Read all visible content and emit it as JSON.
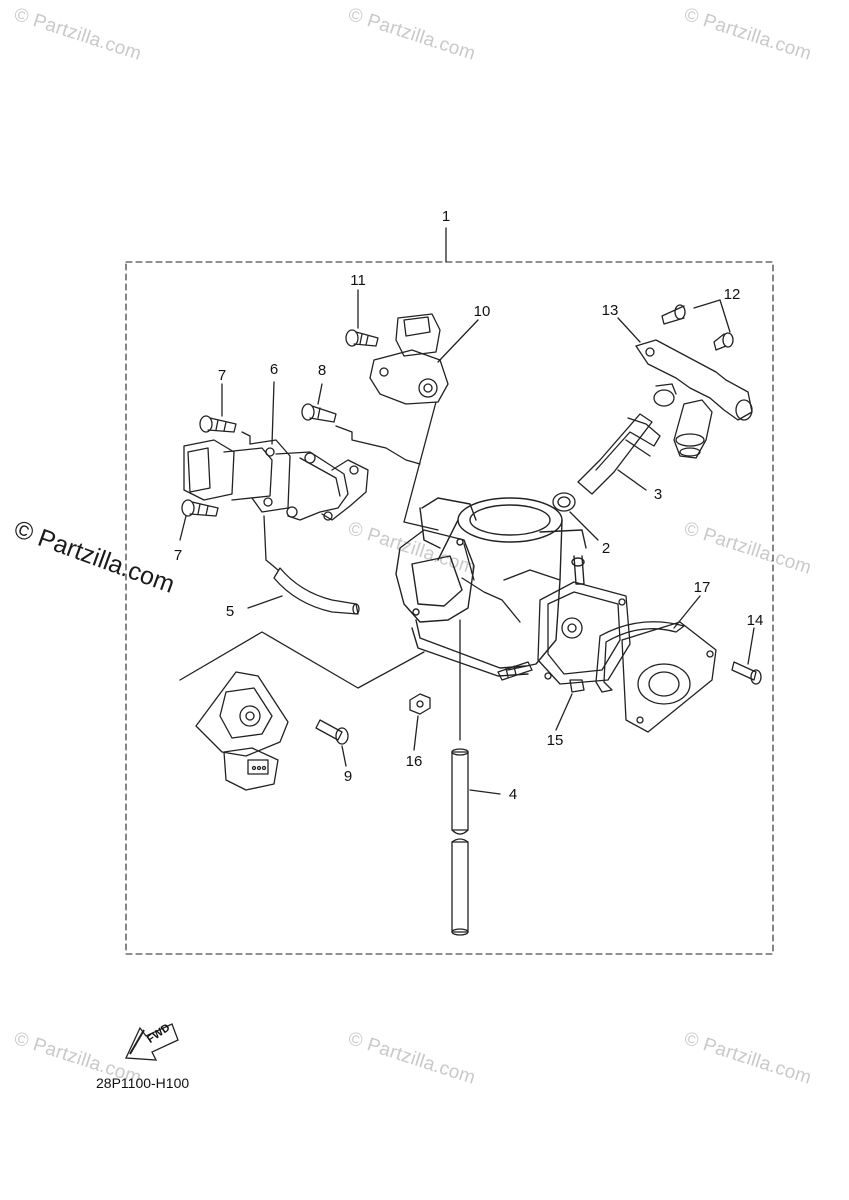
{
  "watermark": {
    "text": "© Partzilla.com",
    "color": "#c9c9c9"
  },
  "callouts": {
    "c1": "1",
    "c2": "2",
    "c3": "3",
    "c4": "4",
    "c5": "5",
    "c6": "6",
    "c7a": "7",
    "c7b": "7",
    "c8": "8",
    "c9": "9",
    "c10": "10",
    "c11": "11",
    "c12": "12",
    "c13": "13",
    "c14": "14",
    "c15": "15",
    "c16": "16",
    "c17": "17"
  },
  "diagram_code": "28P1100-H100",
  "fwd_label": "FWD",
  "line_color": "#222222"
}
